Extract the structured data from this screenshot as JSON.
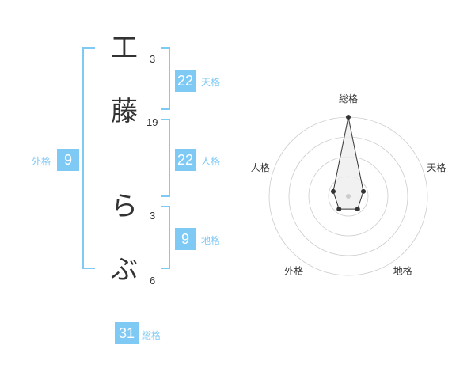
{
  "name": {
    "characters": [
      {
        "char": "工",
        "strokes": "3"
      },
      {
        "char": "藤",
        "strokes": "19"
      },
      {
        "char": "ら",
        "strokes": "3"
      },
      {
        "char": "ぶ",
        "strokes": "6"
      }
    ]
  },
  "fortunes": {
    "tenkaku": {
      "label": "天格",
      "value": "22"
    },
    "jinkaku": {
      "label": "人格",
      "value": "22"
    },
    "chikaku": {
      "label": "地格",
      "value": "9"
    },
    "gaikaku": {
      "label": "外格",
      "value": "9"
    },
    "soukaku": {
      "label": "総格",
      "value": "31"
    }
  },
  "chart_data": {
    "type": "radar",
    "axes": [
      "総格",
      "天格",
      "地格",
      "外格",
      "人格"
    ],
    "values": [
      5,
      1,
      1,
      1,
      1
    ],
    "max": 5,
    "rings": 4
  },
  "colors": {
    "accent": "#7fc9f5",
    "text": "#333333",
    "grid": "#cccccc",
    "radar_fill": "#eeeeee",
    "radar_stroke": "#333333"
  }
}
